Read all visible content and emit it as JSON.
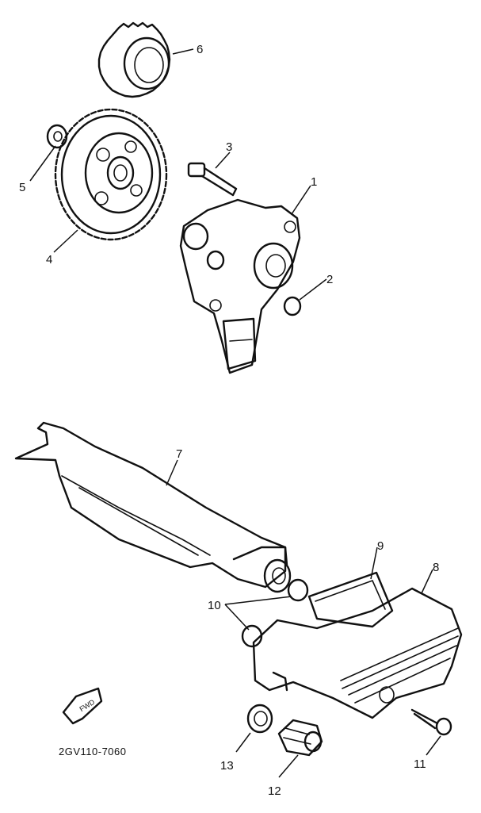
{
  "diagram": {
    "part_numbers": [
      "1",
      "2",
      "3",
      "4",
      "5",
      "6",
      "7",
      "8",
      "9",
      "10",
      "11",
      "12",
      "13"
    ],
    "drawing_code": "2GV110-7060",
    "fwd_badge": "FWD",
    "ink_color": "#111111",
    "background_color": "#ffffff"
  }
}
